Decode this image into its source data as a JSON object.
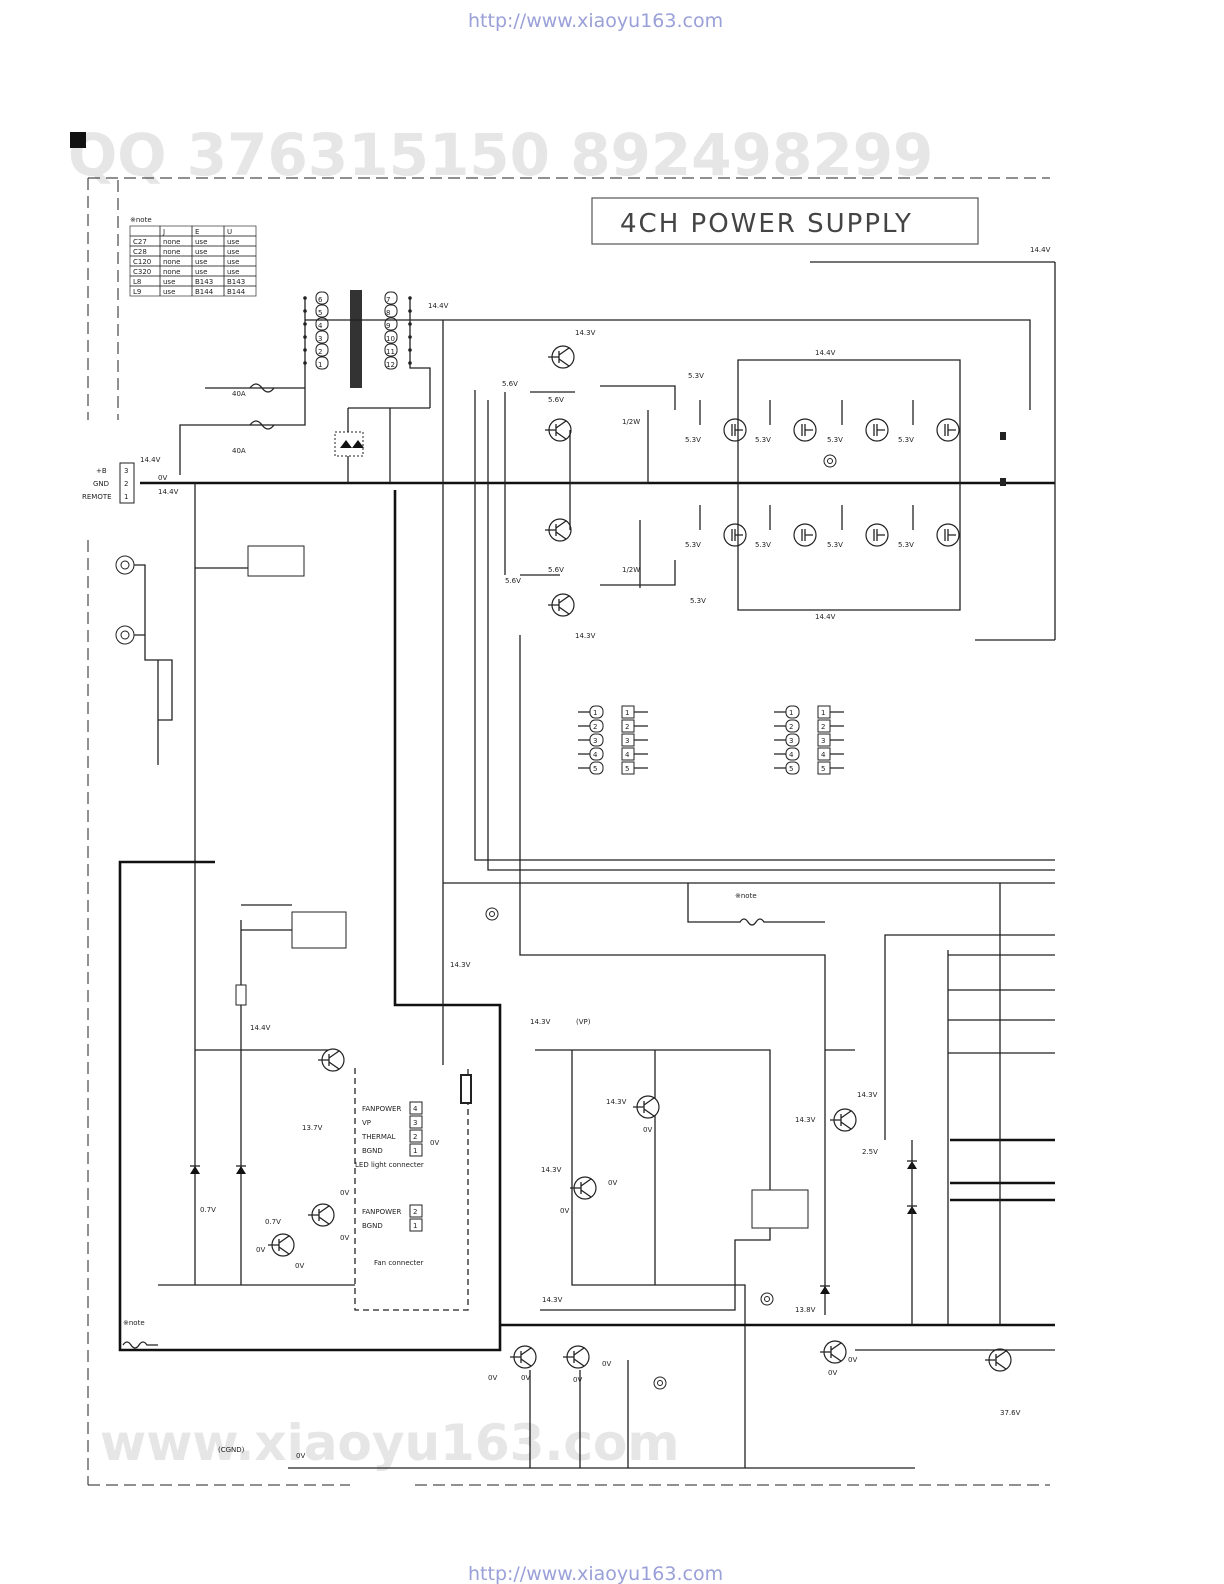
{
  "header": {
    "url_top": "http://www.xiaoyu163.com",
    "url_bottom": "http://www.xiaoyu163.com"
  },
  "watermark": {
    "top": "QQ 376315150   892498299",
    "bottom": "www.xiaoyu163.com"
  },
  "title": "4CH POWER SUPPLY",
  "note_table": {
    "label": "※note",
    "headers": [
      "",
      "J",
      "E",
      "U"
    ],
    "rows": [
      [
        "C27",
        "none",
        "use",
        "use"
      ],
      [
        "C28",
        "none",
        "use",
        "use"
      ],
      [
        "C120",
        "none",
        "use",
        "use"
      ],
      [
        "C320",
        "none",
        "use",
        "use"
      ],
      [
        "L8",
        "use",
        "B143",
        "B143"
      ],
      [
        "L9",
        "use",
        "B144",
        "B144"
      ]
    ]
  },
  "input_connector": {
    "pins": [
      "3",
      "2",
      "1"
    ],
    "labels": [
      "+B",
      "GND",
      "REMOTE"
    ]
  },
  "fuses": [
    {
      "rating": "40A"
    },
    {
      "rating": "40A"
    }
  ],
  "voltages": {
    "v14_4": "14.4V",
    "v14_3": "14.3V",
    "v5_6": "5.6V",
    "v5_3": "5.3V",
    "v0": "0V",
    "v13_7": "13.7V",
    "v0_7": "0.7V",
    "v2_5": "2.5V",
    "v13_8": "13.8V",
    "v37_6": "37.6V",
    "half_watt": "1/2W"
  },
  "vp_label": "(VP)",
  "cgnd": "(CGND)",
  "note_label": "※note",
  "led_connector": {
    "labels": [
      "FANPOWER",
      "VP",
      "THERMAL",
      "BGND"
    ],
    "pins": [
      "4",
      "3",
      "2",
      "1"
    ],
    "caption": "LED light connecter"
  },
  "fan_connector": {
    "labels": [
      "FANPOWER",
      "BGND"
    ],
    "pins": [
      "2",
      "1"
    ],
    "caption": "Fan connecter"
  },
  "pin_blocks": [
    "1",
    "2",
    "3",
    "4",
    "5"
  ]
}
